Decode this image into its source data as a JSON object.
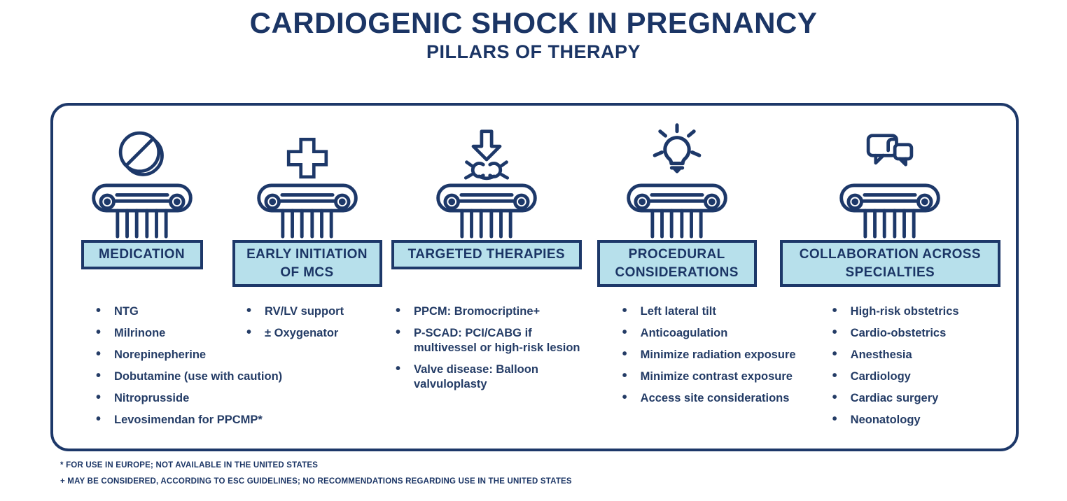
{
  "title": "CARDIOGENIC SHOCK IN PREGNANCY",
  "subtitle": "PILLARS OF THERAPY",
  "colors": {
    "navy": "#1d3869",
    "light_blue": "#b7e0eb",
    "background": "#ffffff"
  },
  "pillars": [
    {
      "icon": "pill-icon",
      "icon_size": "icon-h74",
      "label": "MEDICATION",
      "items": [
        "NTG",
        "Milrinone",
        "Norepinepherine",
        "Dobutamine (use with caution)",
        "Nitroprusside",
        "Levosimendan for PPCMP*"
      ]
    },
    {
      "icon": "medical-cross-icon",
      "icon_size": "icon-h64",
      "label": "EARLY INITIATION OF MCS",
      "items": [
        "RV/LV support",
        "± Oxygenator"
      ]
    },
    {
      "icon": "impact-arrow-icon",
      "icon_size": "icon-h74",
      "label": "TARGETED THERAPIES",
      "items": [
        "PPCM: Bromocriptine+",
        "P-SCAD: PCI/CABG if multivessel or high-risk lesion",
        "Valve disease: Balloon valvuloplasty"
      ]
    },
    {
      "icon": "lightbulb-icon",
      "icon_size": "icon-h84",
      "label": "PROCEDURAL CONSIDERATIONS",
      "items": [
        "Left lateral tilt",
        "Anticoagulation",
        "Minimize radiation exposure",
        "Minimize contrast exposure",
        "Access site considerations"
      ]
    },
    {
      "icon": "chat-bubbles-icon",
      "icon_size": "icon-h74",
      "label": "COLLABORATION ACROSS SPECIALTIES",
      "items": [
        "High-risk obstetrics",
        "Cardio-obstetrics",
        "Anesthesia",
        "Cardiology",
        "Cardiac surgery",
        "Neonatology"
      ]
    }
  ],
  "footnotes": [
    "* FOR USE IN EUROPE; NOT AVAILABLE IN THE UNITED STATES",
    "+ MAY BE CONSIDERED, ACCORDING TO ESC GUIDELINES; NO RECOMMENDATIONS REGARDING USE IN THE UNITED STATES"
  ]
}
